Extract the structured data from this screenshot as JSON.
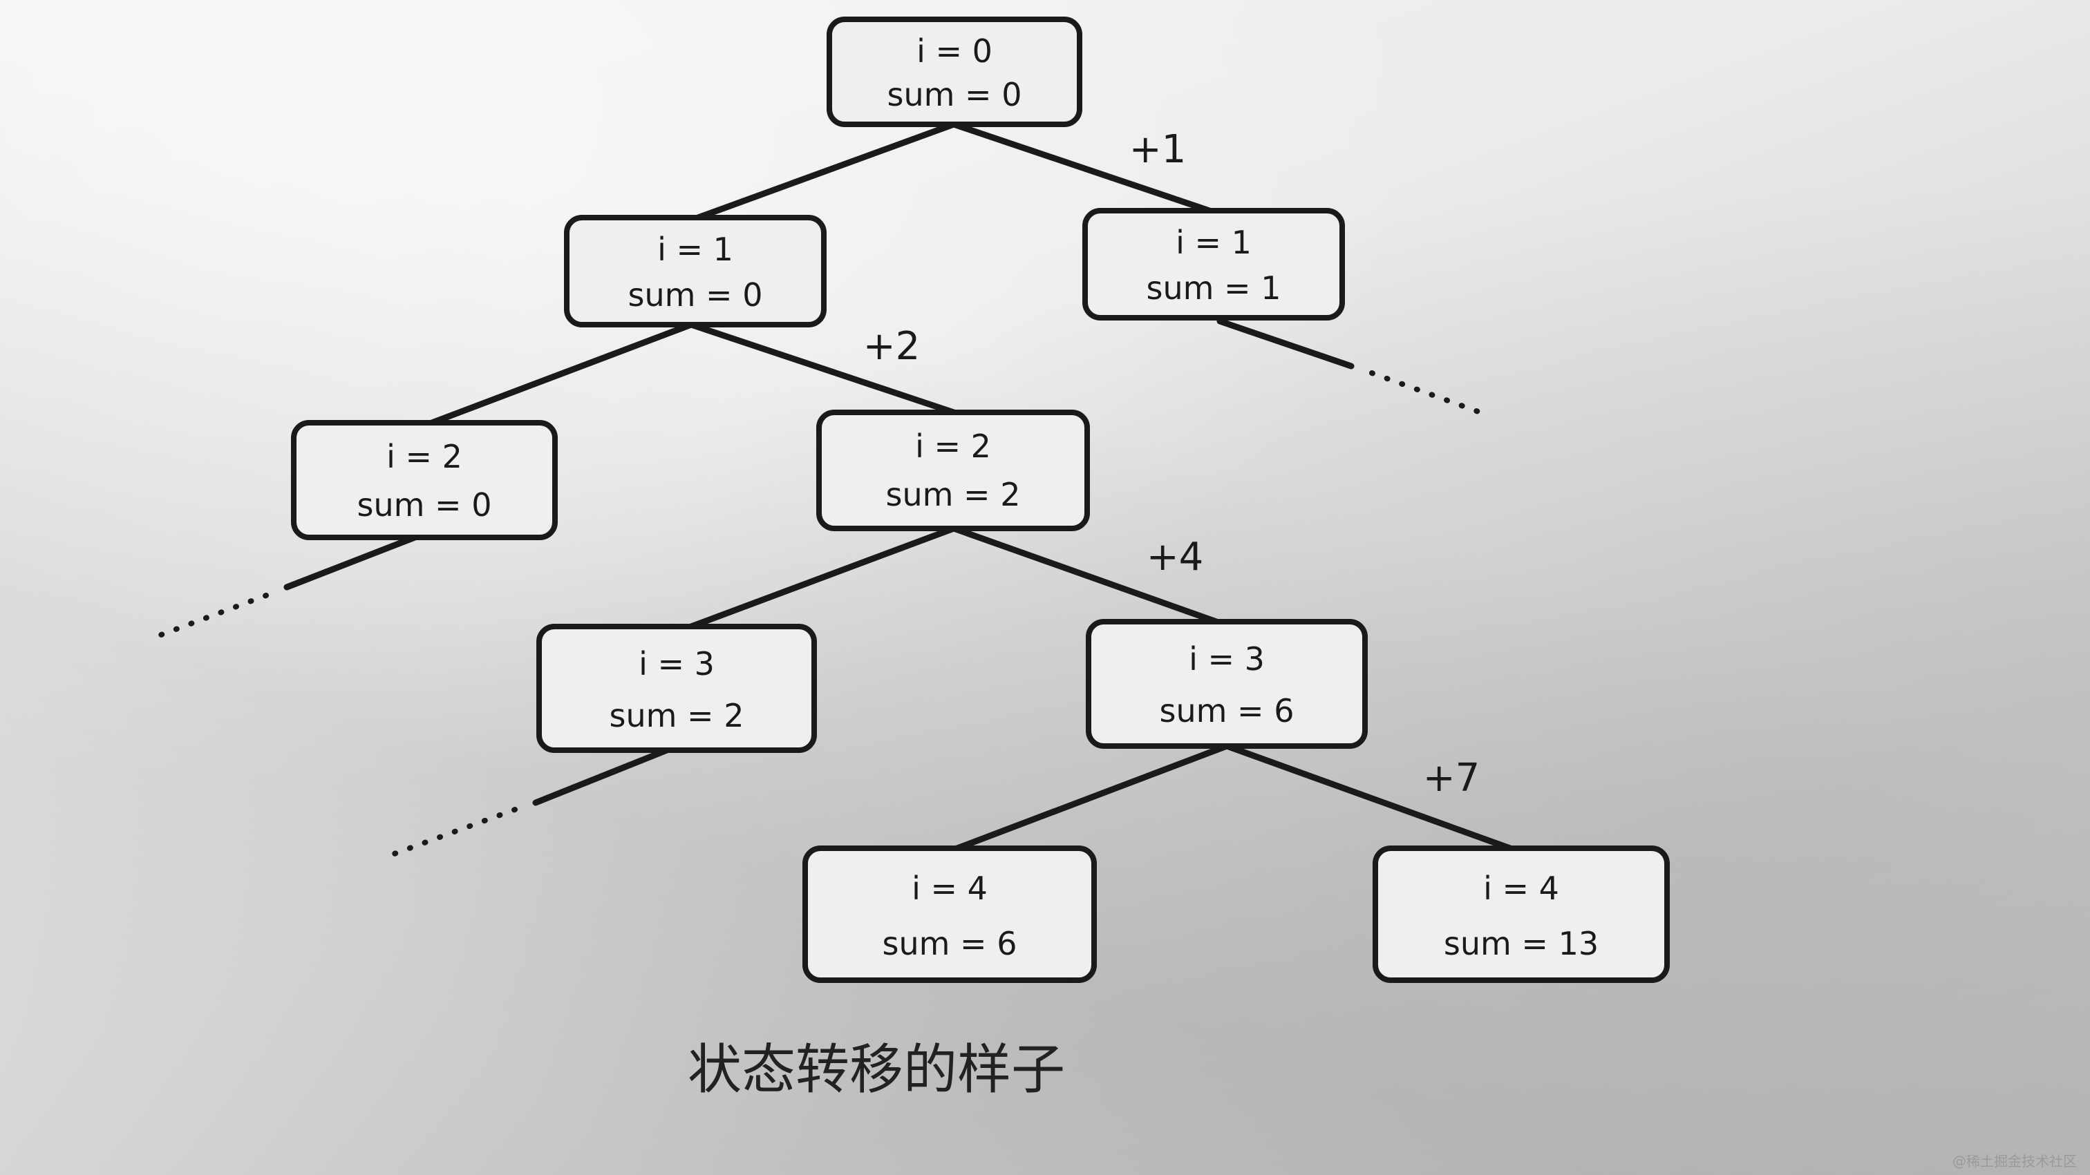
{
  "nodes": [
    {
      "i": "i = 0",
      "sum": "sum = 0"
    },
    {
      "i": "i = 1",
      "sum": "sum = 0"
    },
    {
      "i": "i = 1",
      "sum": "sum = 1"
    },
    {
      "i": "i = 2",
      "sum": "sum = 0"
    },
    {
      "i": "i = 2",
      "sum": "sum = 2"
    },
    {
      "i": "i = 3",
      "sum": "sum = 2"
    },
    {
      "i": "i = 3",
      "sum": "sum = 6"
    },
    {
      "i": "i = 4",
      "sum": "sum = 6"
    },
    {
      "i": "i = 4",
      "sum": "sum = 13"
    }
  ],
  "edge_labels": [
    "+1",
    "+2",
    "+4",
    "+7"
  ],
  "caption": "状态转移的样子",
  "watermark": "@稀土掘金技术社区"
}
